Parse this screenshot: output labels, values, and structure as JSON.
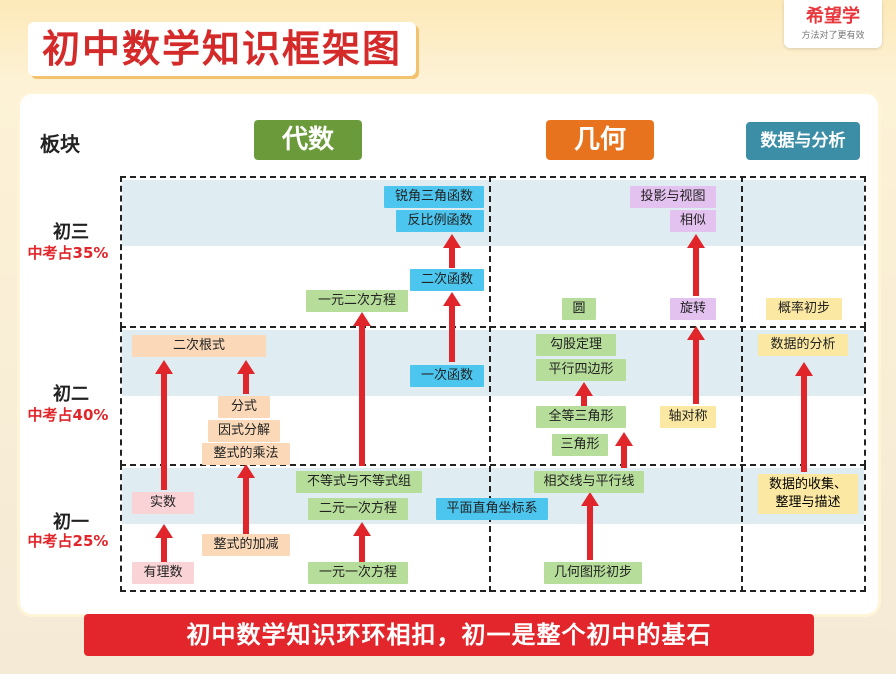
{
  "title": "初中数学知识框架图",
  "logo": {
    "name": "希望学",
    "slogan": "方法对了更有效"
  },
  "header": {
    "row_label": "板块",
    "algebra": "代数",
    "geometry": "几何",
    "statistics": "数据与分析"
  },
  "grades": [
    {
      "name": "初三",
      "pct": "中考占35%"
    },
    {
      "name": "初二",
      "pct": "中考占40%"
    },
    {
      "name": "初一",
      "pct": "中考占25%"
    }
  ],
  "colors": {
    "algebra": "#6a9a3a",
    "geometry": "#e8731e",
    "statistics": "#3b8ea5",
    "arrow": "#e0262a",
    "accent": "#d42a2a"
  },
  "nodes": {
    "ruijiao": "锐角三角函数",
    "fanbili": "反比例函数",
    "erci_hanshu": "二次函数",
    "yiyuan_erci": "一元二次方程",
    "yici_hanshu": "一次函数",
    "erci_genshi": "二次根式",
    "fenshi": "分式",
    "yinshi": "因式分解",
    "zhengshi_chengfa": "整式的乘法",
    "budengshi": "不等式与不等式组",
    "eryuan": "二元一次方程",
    "shishu": "实数",
    "zhengshi_jiajian": "整式的加减",
    "youlishu": "有理数",
    "yiyuan_yici": "一元一次方程",
    "zuobiao": "平面直角坐标系",
    "touying": "投影与视图",
    "xiangsi": "相似",
    "yuan": "圆",
    "xuanzhuan": "旋转",
    "gougu": "勾股定理",
    "pingxing_sibian": "平行四边形",
    "quandeng": "全等三角形",
    "sanjiao": "三角形",
    "zhouduicheng": "轴对称",
    "xiangjiao": "相交线与平行线",
    "jihe_chubu": "几何图形初步",
    "gailv": "概率初步",
    "shuju_fenxi": "数据的分析",
    "shuju_shouji_1": "数据的收集、",
    "shuju_shouji_2": "整理与描述"
  },
  "footer": "初中数学知识环环相扣，初一是整个初中的基石"
}
